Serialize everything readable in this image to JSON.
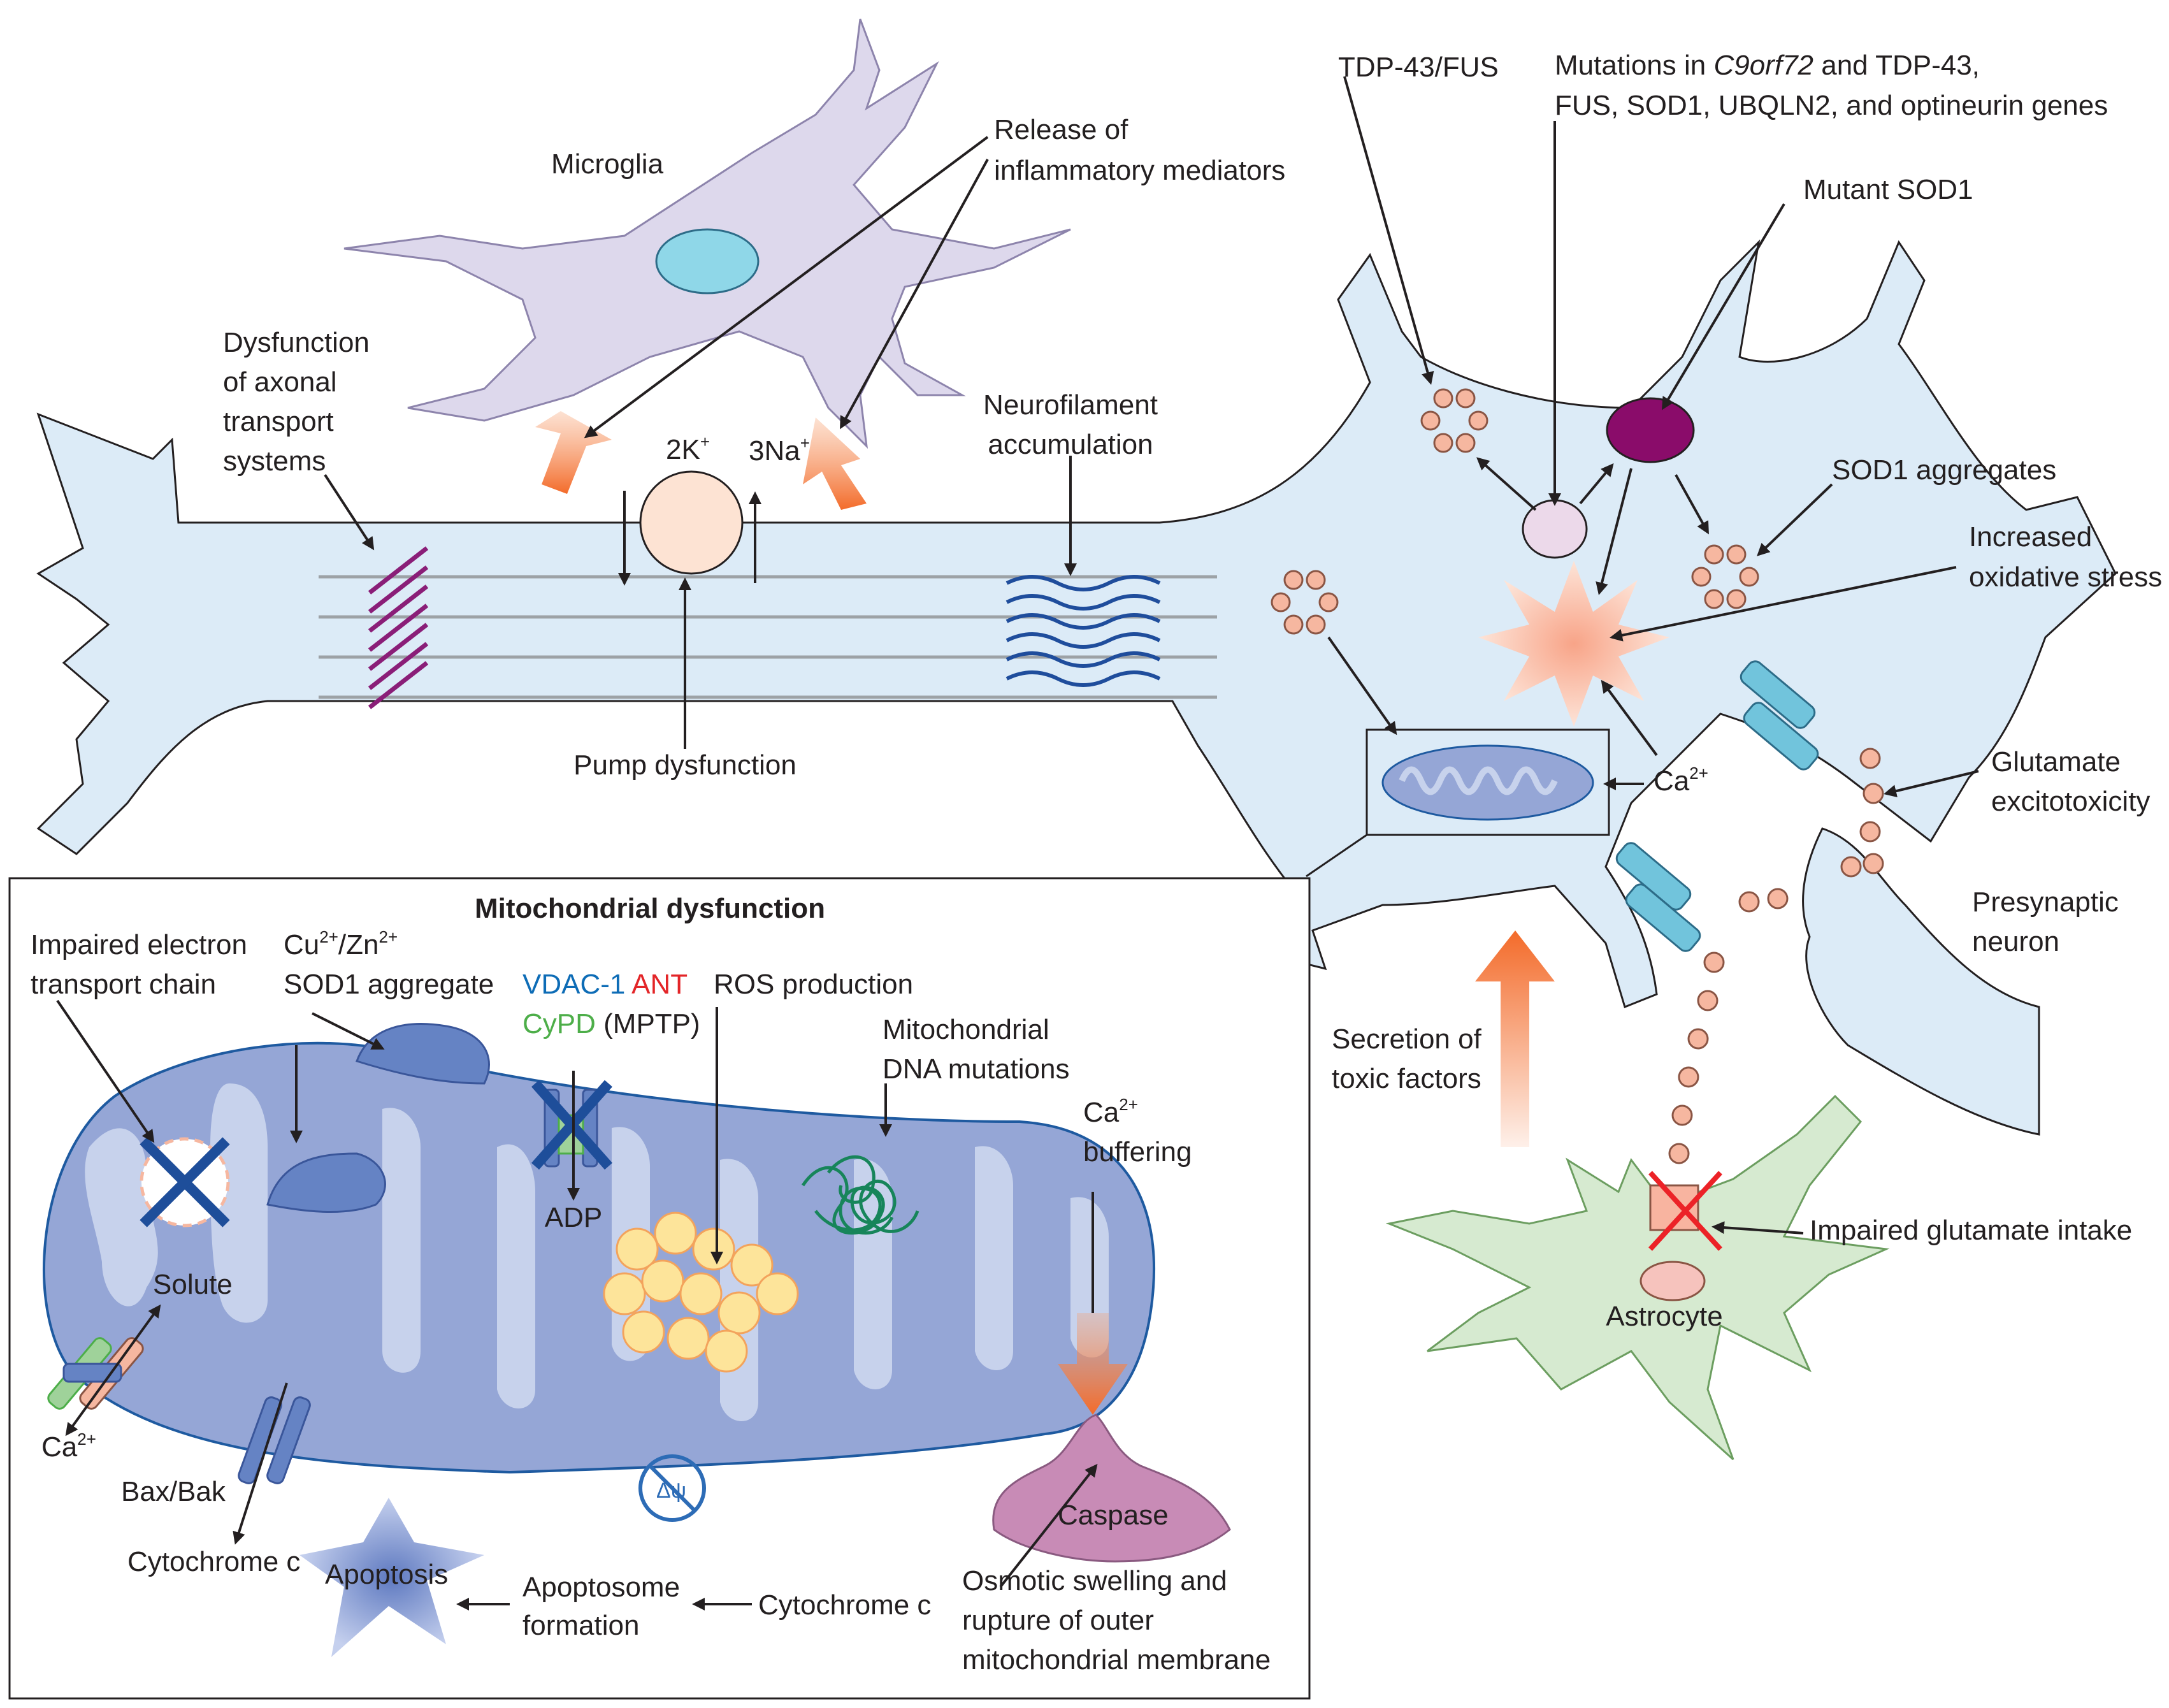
{
  "colors": {
    "neuron_fill": "#dcebf7",
    "neuron_stroke": "#231f20",
    "microglia_fill": "#ddd8ec",
    "astrocyte_fill": "#d6ead0",
    "mito_fill": "#95a6d6",
    "mito_cristae": "#c7d2ec",
    "mito_stroke": "#1e5aa0",
    "aggregate_fill": "#f6b7a0",
    "mutant_sod1": "#8a0c6a",
    "cross_blue": "#1e4e9a",
    "cross_red": "#ec2227",
    "arrow_orange": "#f36b2a",
    "caspase_fill": "#c88bb6",
    "text_blue": "#0d6cb6",
    "text_red": "#e32528",
    "text_green": "#4dae49"
  },
  "labels": {
    "microglia": "Microglia",
    "release_line1": "Release of",
    "release_line2": "inflammatory mediators",
    "dysfunction_line1": "Dysfunction",
    "dysfunction_line2": "of axonal",
    "dysfunction_line3": "transport",
    "dysfunction_line4": "systems",
    "k_label": "2K",
    "k_sup": "+",
    "na_label": "3Na",
    "na_sup": "+",
    "pump": "Pump dysfunction",
    "neurofilament_line1": "Neurofilament",
    "neurofilament_line2": "accumulation",
    "tdp": "TDP-43/FUS",
    "mutations_line1_a": "Mutations in ",
    "mutations_line1_b": "C9orf72",
    "mutations_line1_c": " and TDP-43,",
    "mutations_line2": "FUS, SOD1, UBQLN2, and optineurin genes",
    "mutant_sod1": "Mutant SOD1",
    "sod1_aggregates": "SOD1 aggregates",
    "oxidative_line1": "Increased",
    "oxidative_line2": "oxidative stress",
    "ca_neuron": "Ca",
    "ca_neuron_sup": "2+",
    "glutamate_line1": "Glutamate",
    "glutamate_line2": "excitotoxicity",
    "presynaptic_line1": "Presynaptic",
    "presynaptic_line2": "neuron",
    "secretion_line1": "Secretion of",
    "secretion_line2": "toxic factors",
    "impaired_glutamate": "Impaired glutamate intake",
    "astrocyte": "Astrocyte",
    "mito_title": "Mitochondrial dysfunction",
    "etc_line1": "Impaired electron",
    "etc_line2": "transport chain",
    "cu_label": "Cu",
    "cu_sup": "2+",
    "zn_label": "/Zn",
    "zn_sup": "2+",
    "sod1_aggregate": "SOD1 aggregate",
    "vdac": "VDAC-1",
    "ant": "ANT",
    "cypd": "CyPD",
    "mptp": "(MPTP)",
    "adp": "ADP",
    "ros": "ROS production",
    "mtdna_line1": "Mitochondrial",
    "mtdna_line2": "DNA mutations",
    "ca_buffer": "Ca",
    "ca_buffer_sup": "2+",
    "buffering": "buffering",
    "solute": "Solute",
    "ca_left": "Ca",
    "ca_left_sup": "2+",
    "baxbak": "Bax/Bak",
    "cytc_left": "Cytochrome c",
    "apoptosis": "Apoptosis",
    "apoptosome_line1": "Apoptosome",
    "apoptosome_line2": "formation",
    "cytc_right": "Cytochrome c",
    "caspase": "Caspase",
    "osmotic_line1": "Osmotic swelling and",
    "osmotic_line2": "rupture of outer",
    "osmotic_line3": "mitochondrial membrane",
    "delta_psi": "Δψ"
  }
}
